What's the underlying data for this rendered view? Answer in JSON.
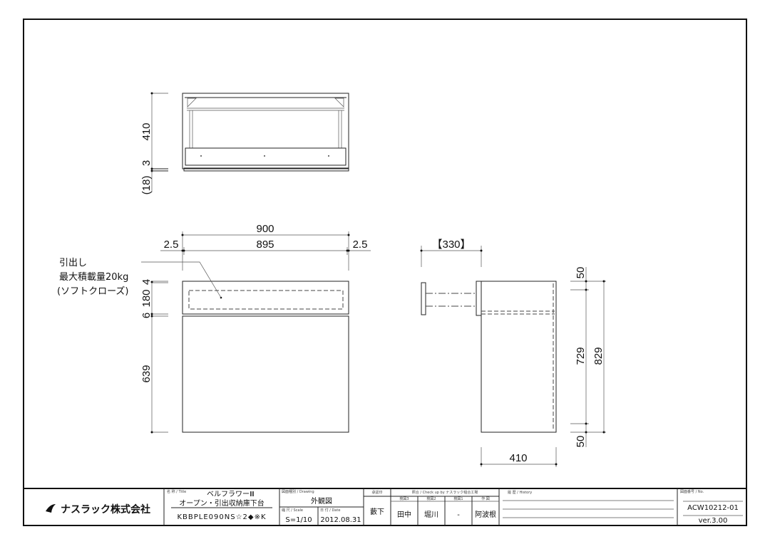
{
  "drawing": {
    "top_view": {
      "dims": {
        "depth": "410",
        "gap": "3",
        "base": "(18)"
      }
    },
    "front_view": {
      "dims": {
        "overall_width": "900",
        "inner_width": "895",
        "left_margin": "2.5",
        "right_margin": "2.5",
        "top": "4",
        "drawer": "180",
        "gap": "6",
        "lower": "639"
      },
      "note": [
        "引出し",
        "最大積載量20kg",
        "(ソフトクローズ)"
      ]
    },
    "side_view": {
      "dims": {
        "drawer_pull": "【330】",
        "top_offset": "50",
        "inner_height": "729",
        "total_height": "829",
        "bottom_offset": "50",
        "depth": "410"
      }
    }
  },
  "title_block": {
    "company": "ナスラック株式会社",
    "title_label": "名 称 / Title",
    "series": "ベルフラワーⅢ",
    "product_name": "オープン・引出収納庫下台",
    "model": "KBBPLE090NS☆2◆※K",
    "drawing_label": "図面種別 / Drawing",
    "drawing_type": "外観図",
    "scale_label": "縮 尺 / Scale",
    "scale": "S=1/10",
    "date_label": "日 付 / Date",
    "date": "2012.08.31",
    "approval_label": "承認印",
    "approval": "藪下",
    "check_label": "照合 / Check up by ナスラック稲合工場",
    "check_columns": [
      "検図3",
      "検図2",
      "検図1",
      "作 図"
    ],
    "check_values": [
      "田中",
      "堀川",
      "-",
      "阿波根"
    ],
    "history_label": "履 歴 / History",
    "number_label": "図面番号 / No.",
    "number": "ACW10212-01",
    "version": "ver.3.00"
  }
}
